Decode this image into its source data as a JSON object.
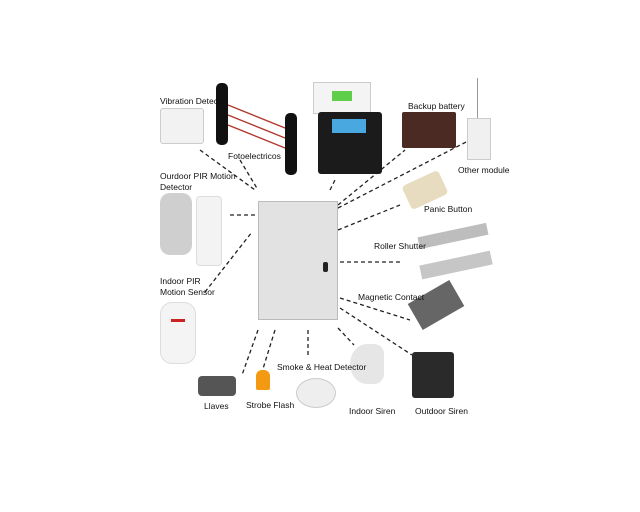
{
  "labels": {
    "vibration": "Vibration Detector",
    "foto": "Fotoelectricos",
    "outdoor_pir_1": "Ourdoor PIR Motion",
    "outdoor_pir_2": "Detector",
    "indoor_pir_1": "Indoor PIR",
    "indoor_pir_2": "Motion Sensor",
    "battery": "Backup battery",
    "other": "Other module",
    "panic": "Panic Button",
    "roller": "Roller Shutter",
    "magnetic": "Magnetic Contact",
    "llaves": "Llaves",
    "strobe": "Strobe Flash",
    "smoke": "Smoke & Heat Detector",
    "indoor_siren": "Indoor Siren",
    "outdoor_siren": "Outdoor Siren"
  },
  "colors": {
    "panel": "#e2e2e2",
    "beam": "#b03a2e",
    "keypad": "#1b1b1b",
    "lcd": "#4aa8e0",
    "strobe": "#f39a12"
  }
}
